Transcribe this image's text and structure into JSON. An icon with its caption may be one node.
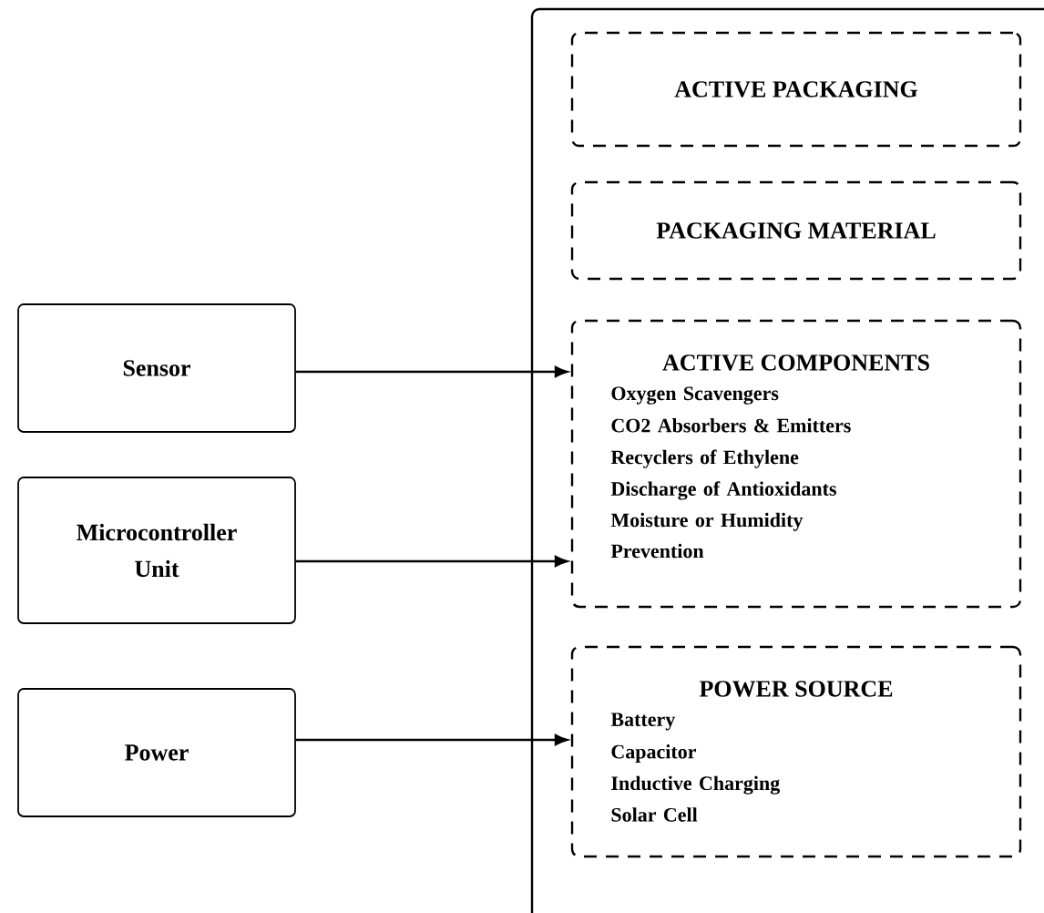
{
  "diagram": {
    "nodes": [
      {
        "text": [],
        "shape": "box"
      },
      {
        "text": [
          "ACTIVE PACKAGING"
        ],
        "in": 0
      },
      {
        "text": [
          "PACKAGING MATERIAL"
        ],
        "in": 0
      },
      {
        "text": [
          "ACTIVE COMPONENTS",
          "Oxygen Scavengers",
          "CO2 Absorbers & Emitters",
          "Recyclers of Ethylene",
          "Discharge of Antioxidants",
          "Moisture or Humidity Prevention"
        ],
        "in": 0
      },
      {
        "text": [
          "POWER SOURCE",
          "Battery",
          "Capacitor",
          "Inductive Charging",
          "Solar Cell"
        ],
        "in": 0
      },
      {
        "text": [
          "Sensor"
        ]
      },
      {
        "text": [
          "Microcontroller Unit"
        ]
      },
      {
        "text": [
          "Power"
        ]
      }
    ],
    "edges": [
      {
        "from": 5,
        "to": 3,
        "arrow": "to"
      },
      {
        "from": 6,
        "to": 3,
        "arrow": "to"
      },
      {
        "from": 7,
        "to": 4,
        "arrow": "to"
      }
    ]
  }
}
